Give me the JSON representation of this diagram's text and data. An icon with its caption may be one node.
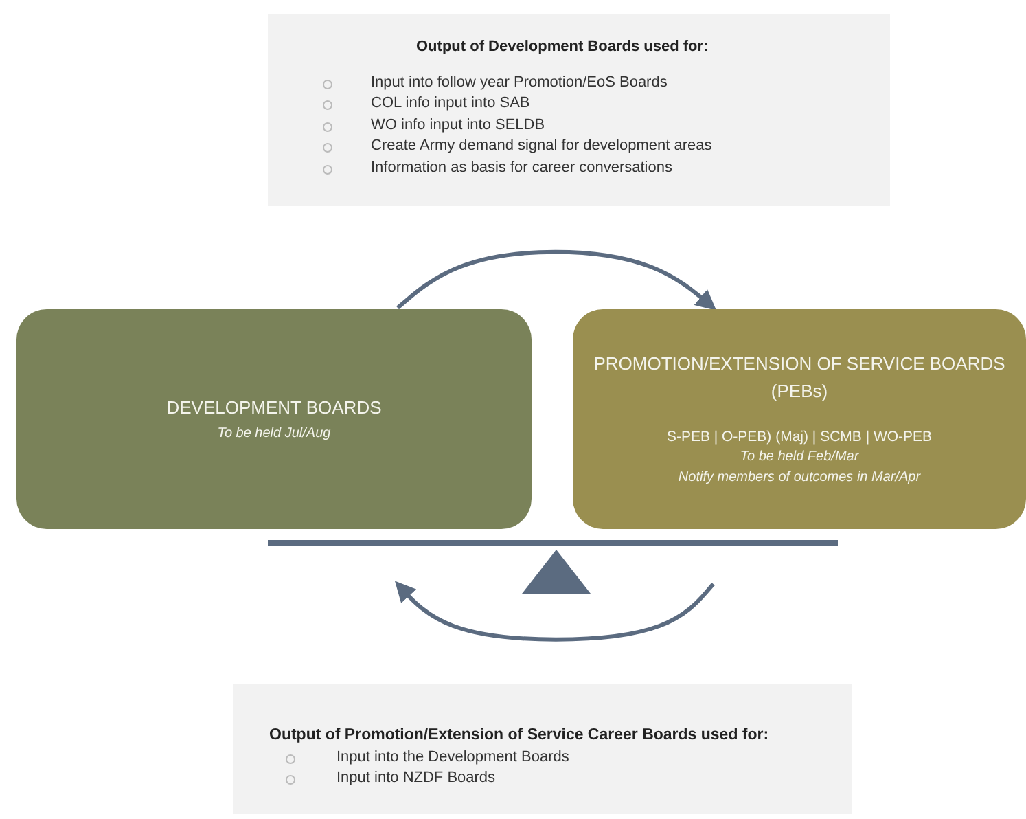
{
  "diagram": {
    "nodes": [
      {
        "text": [
          "Output of Development Boards used for:",
          "Input into follow year Promotion/EoS Boards",
          "COL info input into SAB",
          "WO info input into SELDB",
          "Create Army demand signal for development areas",
          "Information as basis for career conversations"
        ]
      },
      {
        "text": [
          "DEVELOPMENT BOARDS",
          "To be held Jul/Aug"
        ]
      },
      {
        "text": [
          "PROMOTION/EXTENSION OF SERVICE BOARDS (PEBs)",
          "S-PEB | O-PEB) (Maj) | SCMB | WO-PEB",
          "To be held Feb/Mar",
          "Notify members of outcomes in Mar/Apr"
        ]
      },
      {
        "text": [
          "Output of  Promotion/Extension of Service Career Boards used for:",
          "Input into the Development Boards",
          "Input into NZDF Boards"
        ]
      }
    ],
    "edges": [
      {
        "from": 1,
        "to": 2,
        "arrow": "to"
      },
      {
        "from": 2,
        "to": 1,
        "arrow": "to"
      }
    ]
  }
}
